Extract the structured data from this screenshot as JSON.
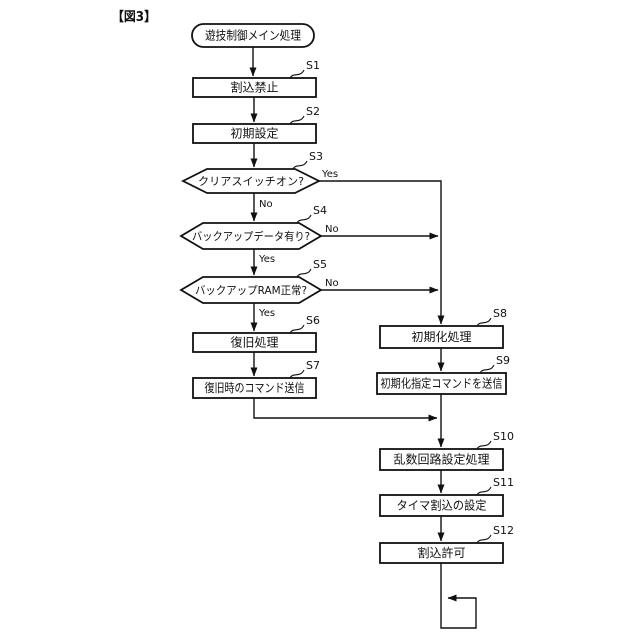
{
  "figure": {
    "caption": "【図3】",
    "start_label": "遊技制御メイン処理",
    "yes": "Yes",
    "no": "No",
    "steps": [
      {
        "id": "S1",
        "type": "process",
        "label": "割込禁止"
      },
      {
        "id": "S2",
        "type": "process",
        "label": "初期設定"
      },
      {
        "id": "S3",
        "type": "decision",
        "label": "クリアスイッチオン?"
      },
      {
        "id": "S4",
        "type": "decision",
        "label": "バックアップデータ有り?"
      },
      {
        "id": "S5",
        "type": "decision",
        "label": "バックアップRAM正常?"
      },
      {
        "id": "S6",
        "type": "process",
        "label": "復旧処理"
      },
      {
        "id": "S7",
        "type": "process",
        "label": "復旧時のコマンド送信"
      },
      {
        "id": "S8",
        "type": "process",
        "label": "初期化処理"
      },
      {
        "id": "S9",
        "type": "process",
        "label": "初期化指定コマンドを送信"
      },
      {
        "id": "S10",
        "type": "process",
        "label": "乱数回路設定処理"
      },
      {
        "id": "S11",
        "type": "process",
        "label": "タイマ割込の設定"
      },
      {
        "id": "S12",
        "type": "process",
        "label": "割込許可"
      }
    ],
    "colors": {
      "line": "#111111",
      "background": "#ffffff"
    }
  }
}
